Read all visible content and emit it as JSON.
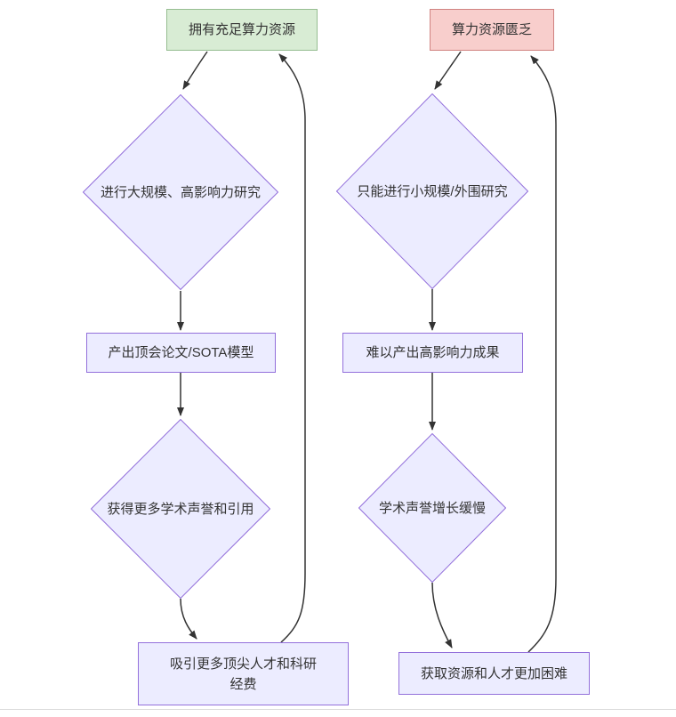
{
  "colors": {
    "node_fill": "#ececff",
    "node_border": "#9370db",
    "positive_fill": "#d8ecd4",
    "positive_border": "#96be91",
    "negative_fill": "#f8cecc",
    "negative_border": "#d08280",
    "edge": "#333333",
    "label_text": "#333333"
  },
  "flowchart": {
    "left_loop": {
      "start": "拥有充足算力资源",
      "research": "进行大规模、高影响力研究",
      "output": "产出顶会论文/SOTA模型",
      "reputation": "获得更多学术声誉和引用",
      "end": "吸引更多顶尖人才和科研经费"
    },
    "right_loop": {
      "start": "算力资源匮乏",
      "research": "只能进行小规模/外围研究",
      "output": "难以产出高影响力成果",
      "reputation": "学术声誉增长缓慢",
      "end": "获取资源和人才更加困难"
    }
  }
}
